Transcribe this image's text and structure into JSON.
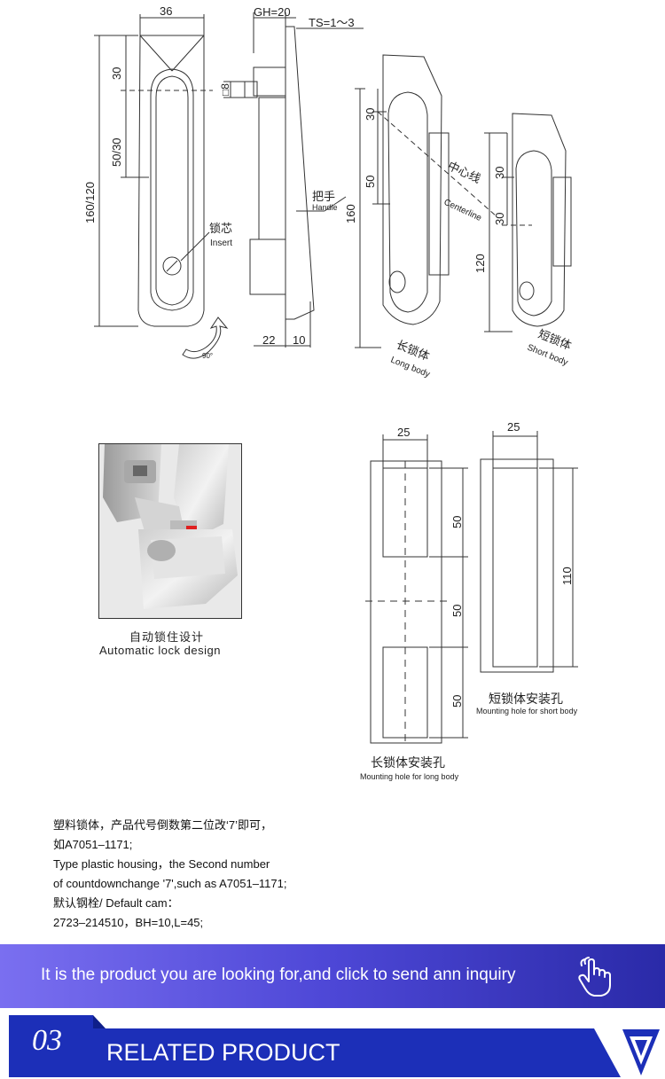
{
  "dimensions": {
    "width_36": "36",
    "gh": "GH=20",
    "ts": "TS=1～3",
    "sq8": "□8",
    "d30": "30",
    "d50_30": "50/30",
    "d160_120": "160/120",
    "d22": "22",
    "d10": "10",
    "deg": "90°",
    "long_30": "30",
    "long_50": "50",
    "long_160": "160",
    "short_30a": "30",
    "short_30b": "30",
    "short_120": "120",
    "hole_25a": "25",
    "hole_25b": "25",
    "hole_50a": "50",
    "hole_50b": "50",
    "hole_50c": "50",
    "hole_110": "110"
  },
  "labels": {
    "insert_cn": "锁芯",
    "insert_en": "Insert",
    "handle_cn": "把手",
    "handle_en": "Handle",
    "center_cn": "中心线",
    "center_en": "Centerline",
    "long_cn": "长锁体",
    "long_en": "Long body",
    "short_cn": "短锁体",
    "short_en": "Short body"
  },
  "captions": {
    "auto_cn": "自动锁住设计",
    "auto_en": "Automatic lock design",
    "short_hole_cn": "短锁体安装孔",
    "short_hole_en": "Mounting hole for short body",
    "long_hole_cn": "长锁体安装孔",
    "long_hole_en": "Mounting hole for long body"
  },
  "notes": [
    "塑料锁体，产品代号倒数第二位改‘7’即可，",
    "如A7051–1171;",
    "Type plastic housing，the Second number",
    "of countdownchange '7',such as A7051–1171;",
    "默认钢栓/ Default cam：",
    "2723–214510，BH=10,L=45;"
  ],
  "banner": {
    "text": "It is the product you are looking for,and click to send ann inquiry"
  },
  "related": {
    "number": "03",
    "title": "RELATED PRODUCT"
  },
  "colors": {
    "banner_start": "#7a6ff0",
    "banner_end": "#2a2aa8",
    "related_blue": "#1c2fb8",
    "lock_red": "#e02020"
  }
}
